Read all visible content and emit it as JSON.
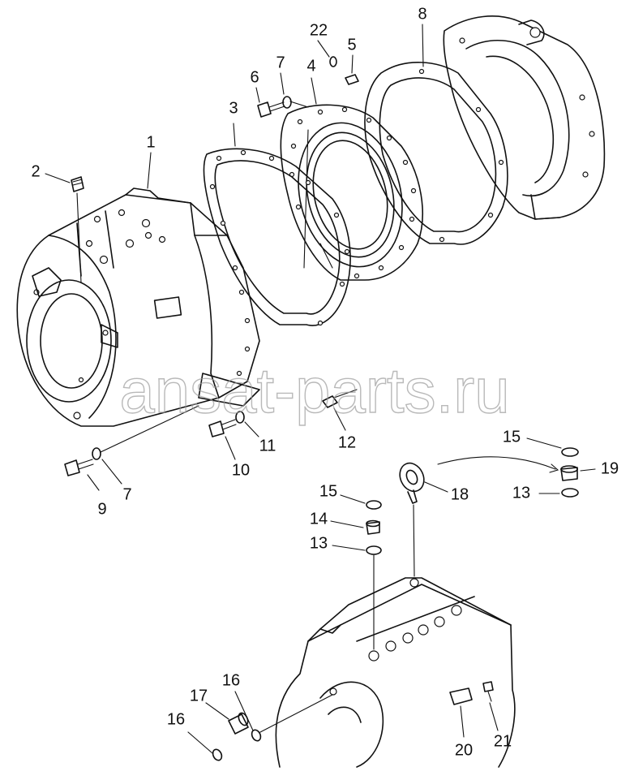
{
  "watermark": "ansat-parts.ru",
  "callouts": [
    {
      "id": "1",
      "label": "1"
    },
    {
      "id": "2",
      "label": "2"
    },
    {
      "id": "3",
      "label": "3"
    },
    {
      "id": "4",
      "label": "4"
    },
    {
      "id": "5",
      "label": "5"
    },
    {
      "id": "6",
      "label": "6"
    },
    {
      "id": "7a",
      "label": "7"
    },
    {
      "id": "7b",
      "label": "7"
    },
    {
      "id": "8",
      "label": "8"
    },
    {
      "id": "9",
      "label": "9"
    },
    {
      "id": "10",
      "label": "10"
    },
    {
      "id": "11",
      "label": "11"
    },
    {
      "id": "12",
      "label": "12"
    },
    {
      "id": "13a",
      "label": "13"
    },
    {
      "id": "13b",
      "label": "13"
    },
    {
      "id": "14",
      "label": "14"
    },
    {
      "id": "15a",
      "label": "15"
    },
    {
      "id": "15b",
      "label": "15"
    },
    {
      "id": "16a",
      "label": "16"
    },
    {
      "id": "16b",
      "label": "16"
    },
    {
      "id": "17",
      "label": "17"
    },
    {
      "id": "18",
      "label": "18"
    },
    {
      "id": "19",
      "label": "19"
    },
    {
      "id": "20",
      "label": "20"
    },
    {
      "id": "21",
      "label": "21"
    },
    {
      "id": "22",
      "label": "22"
    }
  ]
}
